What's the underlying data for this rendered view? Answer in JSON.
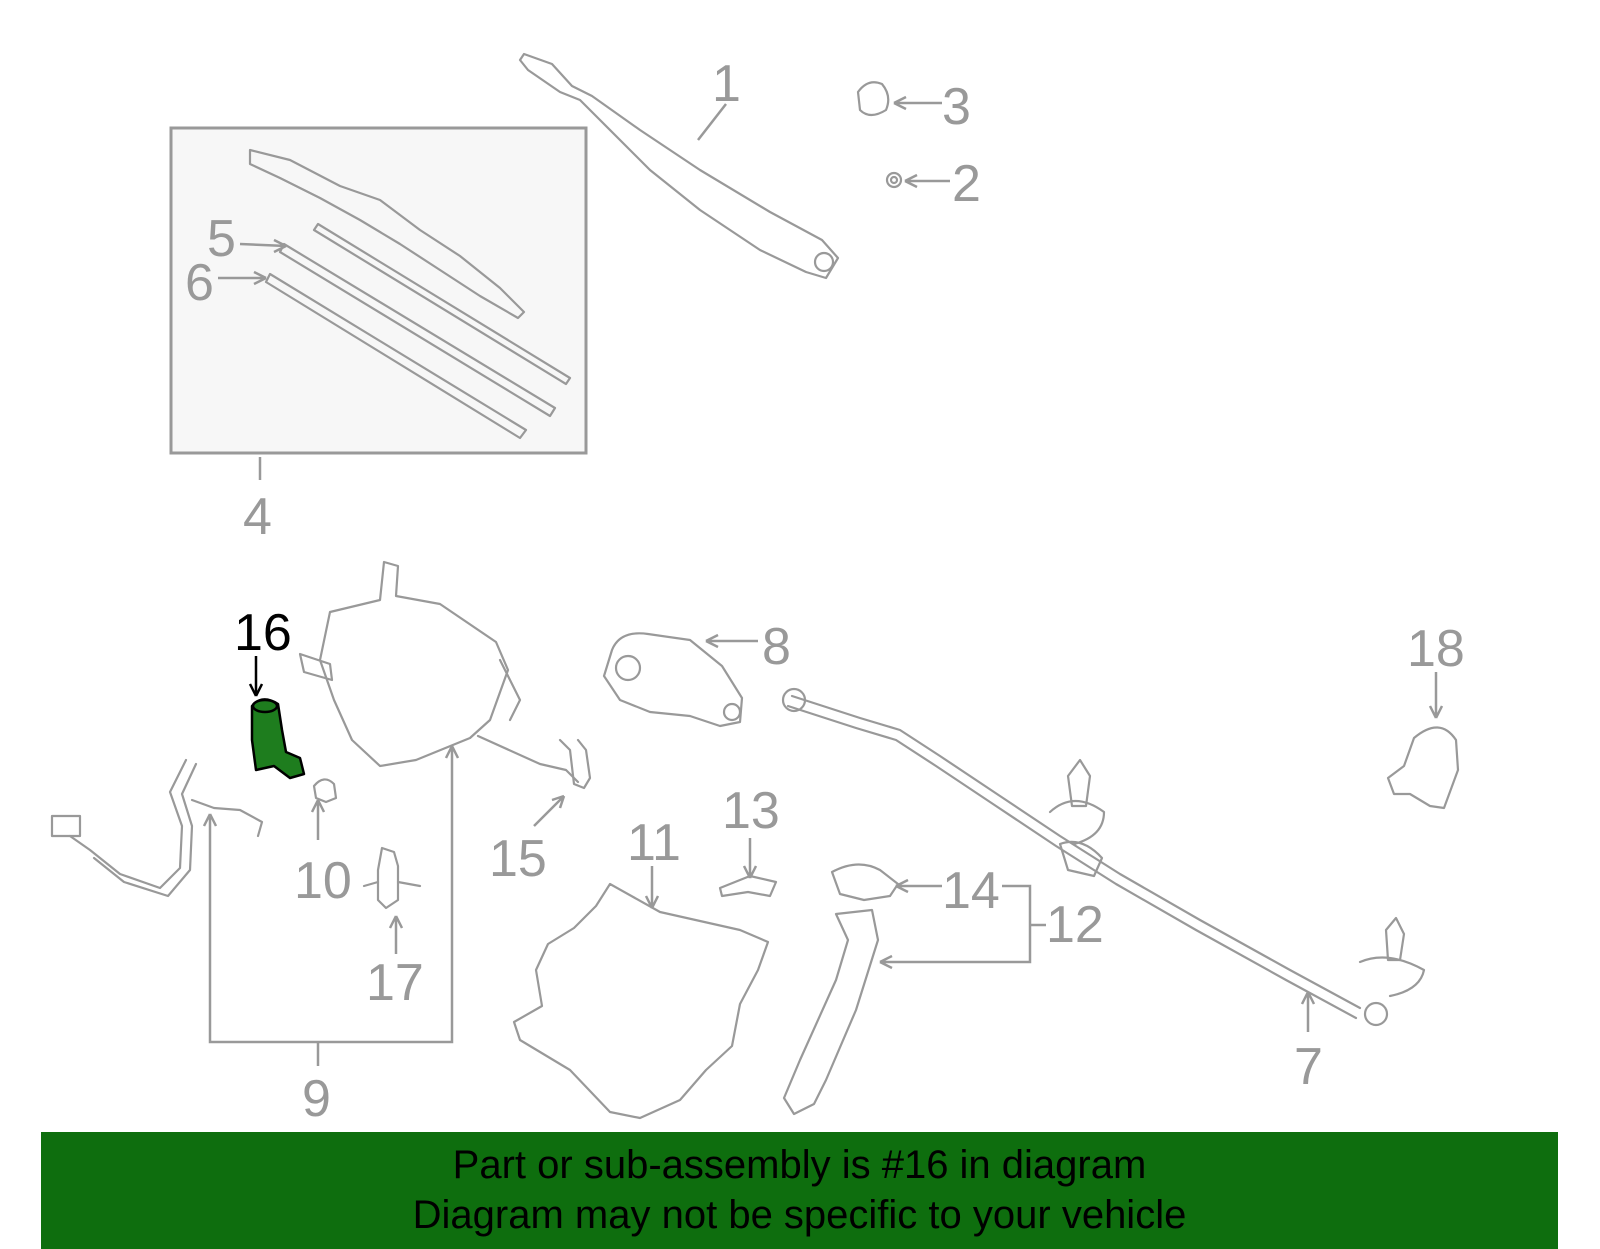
{
  "colors": {
    "part_outline": "#999999",
    "highlight_part": "#1e7d1e",
    "highlight_label": "#000000",
    "banner_background": "#0e6e0e",
    "inset_background": "#f7f7f7"
  },
  "callouts": {
    "c1": "1",
    "c2": "2",
    "c3": "3",
    "c4": "4",
    "c5": "5",
    "c6": "6",
    "c7": "7",
    "c8": "8",
    "c9": "9",
    "c10": "10",
    "c11": "11",
    "c12": "12",
    "c13": "13",
    "c14": "14",
    "c15": "15",
    "c16": "16",
    "c17": "17",
    "c18": "18"
  },
  "highlighted_part": "16",
  "banner": {
    "line1": "Part or sub-assembly is #16 in diagram",
    "line2": "Diagram may not be specific to your vehicle"
  }
}
